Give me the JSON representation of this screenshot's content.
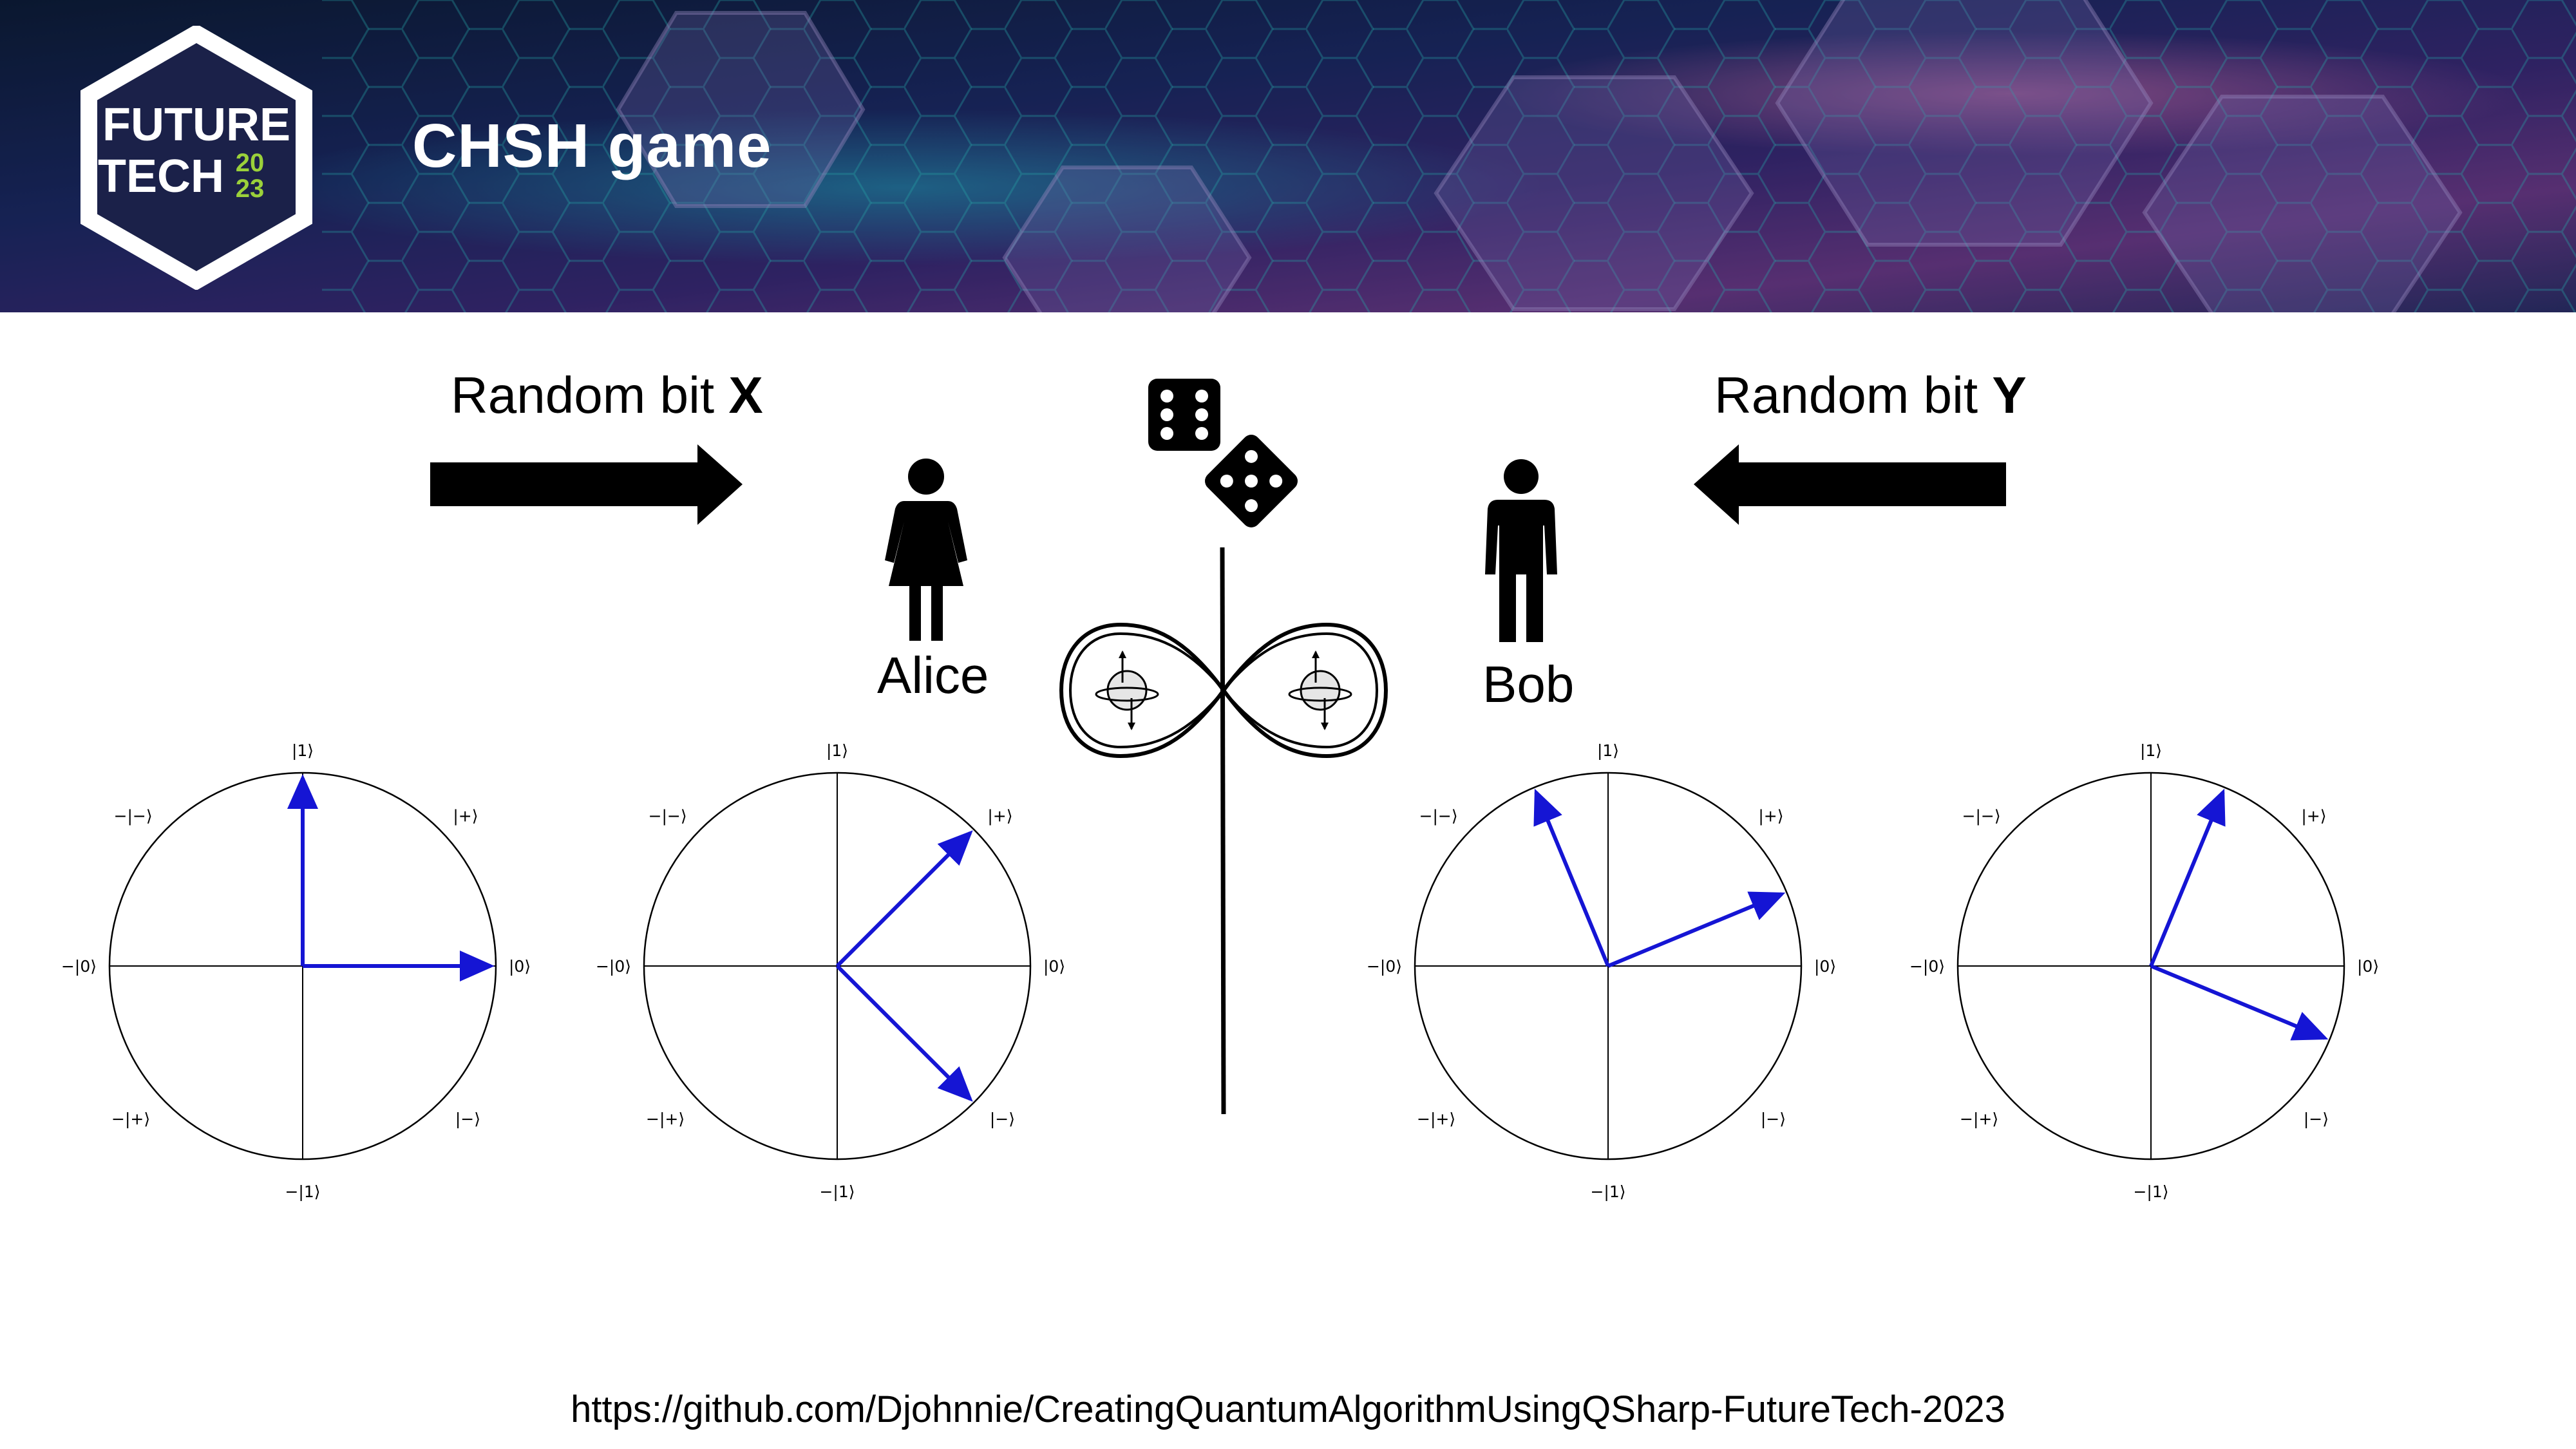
{
  "slide": {
    "title": "CHSH game",
    "logo_text": {
      "line1": "FUTURE",
      "line2": "TECH",
      "year_top": "20",
      "year_bottom": "23"
    }
  },
  "alice_side": {
    "input_label": "Random bit ",
    "input_var": "X",
    "name": "Alice"
  },
  "bob_side": {
    "input_label": "Random bit ",
    "input_var": "Y",
    "name": "Bob"
  },
  "kets": {
    "k1": "|1⟩",
    "km1": "−|1⟩",
    "k0": "|0⟩",
    "km0": "−|0⟩",
    "kp": "|+⟩",
    "kmp": "−|+⟩",
    "km": "|−⟩",
    "kmm": "−|−⟩"
  },
  "bloch_plots": [
    {
      "owner": "Alice",
      "vector_angles_deg": [
        0,
        90
      ]
    },
    {
      "owner": "Alice",
      "vector_angles_deg": [
        45,
        -45
      ]
    },
    {
      "owner": "Bob",
      "vector_angles_deg": [
        22.5,
        112.5
      ]
    },
    {
      "owner": "Bob",
      "vector_angles_deg": [
        67.5,
        -22.5
      ]
    }
  ],
  "colors": {
    "vector": "#1515d4",
    "banner_dark": "#1b1f4a",
    "logo_green": "#9bd13a"
  },
  "footer": {
    "url": "https://github.com/Djohnnie/CreatingQuantumAlgorithmUsingQSharp-FutureTech-2023"
  }
}
